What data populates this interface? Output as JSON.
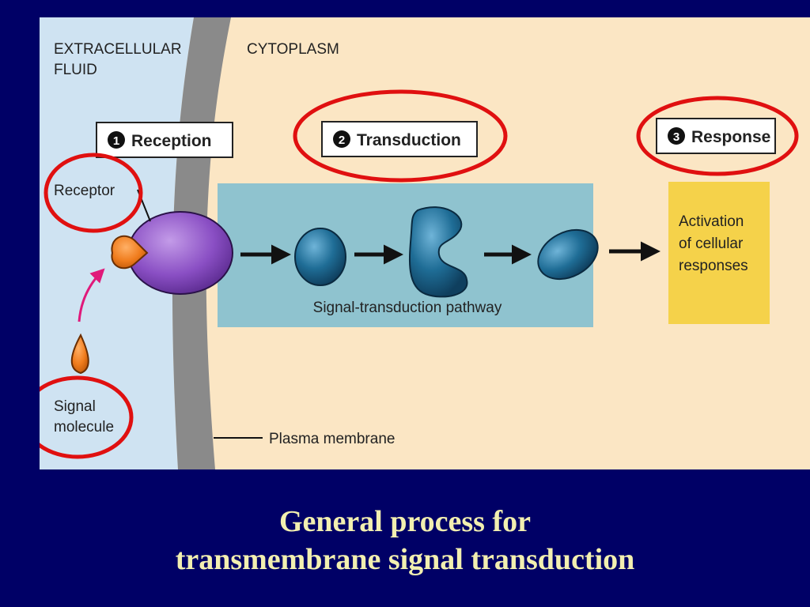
{
  "regions": {
    "extracellular_line1": "EXTRACELLULAR",
    "extracellular_line2": "FLUID",
    "cytoplasm": "CYTOPLASM"
  },
  "stages": [
    {
      "number": "1",
      "label": "Reception"
    },
    {
      "number": "2",
      "label": "Transduction"
    },
    {
      "number": "3",
      "label": "Response"
    }
  ],
  "labels": {
    "receptor": "Receptor",
    "signal_line1": "Signal",
    "signal_line2": "molecule",
    "pathway": "Signal-transduction pathway",
    "membrane": "Plasma membrane",
    "response_line1": "Activation",
    "response_line2": "of cellular",
    "response_line3": "responses"
  },
  "caption": {
    "line1": "General process for",
    "line2": "transmembrane signal transduction"
  },
  "colors": {
    "slide_background": "#000066",
    "caption_text": "#f2efb0",
    "extracellular": "#cfe3f2",
    "cytoplasm": "#fbe6c4",
    "membrane": "#8a8a8a",
    "pathway_band": "#8fc3cf",
    "response_box": "#f5d24a",
    "receptor": "#8a4fc4",
    "signal_molecule": "#f07d1e",
    "relay_molecules": "#1f6d96",
    "highlight_circles": "#e01010",
    "signal_arrow": "#e0197a"
  }
}
